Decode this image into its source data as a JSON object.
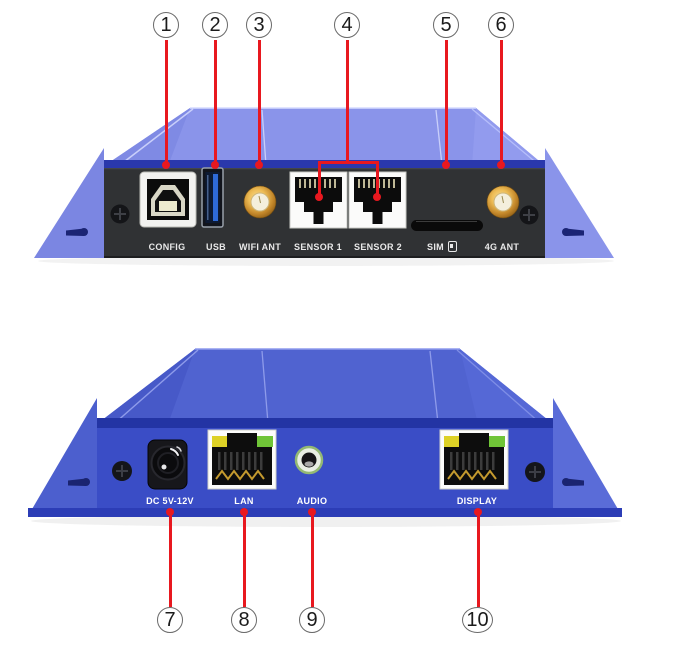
{
  "figure": {
    "kind": "hardware-panel-callout-diagram",
    "views": [
      "rear-panel",
      "front-panel"
    ]
  },
  "colors": {
    "callout_red": "#e8181f",
    "body_blue": "#3a4dc6",
    "lid_blue_top": "#8a94ea",
    "lid_blue_bottom": "#5063d0",
    "panel_dark": "#303234",
    "led_yellow": "#ddd126",
    "led_green": "#6fc437",
    "sma_gold": "#c98e2e",
    "label_white": "#ffffff"
  },
  "top_view": {
    "callouts": [
      {
        "num": "1",
        "target": "CONFIG"
      },
      {
        "num": "2",
        "target": "USB"
      },
      {
        "num": "3",
        "target": "WIFI ANT"
      },
      {
        "num": "4",
        "target": "SENSOR 1 / SENSOR 2"
      },
      {
        "num": "5",
        "target": "SIM"
      },
      {
        "num": "6",
        "target": "4G ANT"
      }
    ],
    "port_labels": {
      "config": "CONFIG",
      "usb": "USB",
      "wifi_ant": "WIFI ANT",
      "sensor1": "SENSOR 1",
      "sensor2": "SENSOR 2",
      "sim": "SIM",
      "fourg_ant": "4G ANT"
    }
  },
  "bottom_view": {
    "callouts": [
      {
        "num": "7",
        "target": "DC 5V-12V"
      },
      {
        "num": "8",
        "target": "LAN"
      },
      {
        "num": "9",
        "target": "AUDIO"
      },
      {
        "num": "10",
        "target": "DISPLAY"
      }
    ],
    "port_labels": {
      "dc": "DC 5V-12V",
      "lan": "LAN",
      "audio": "AUDIO",
      "display": "DISPLAY"
    }
  },
  "icons": {
    "sim_card_icon": "small rounded-rectangle sim card outline"
  }
}
